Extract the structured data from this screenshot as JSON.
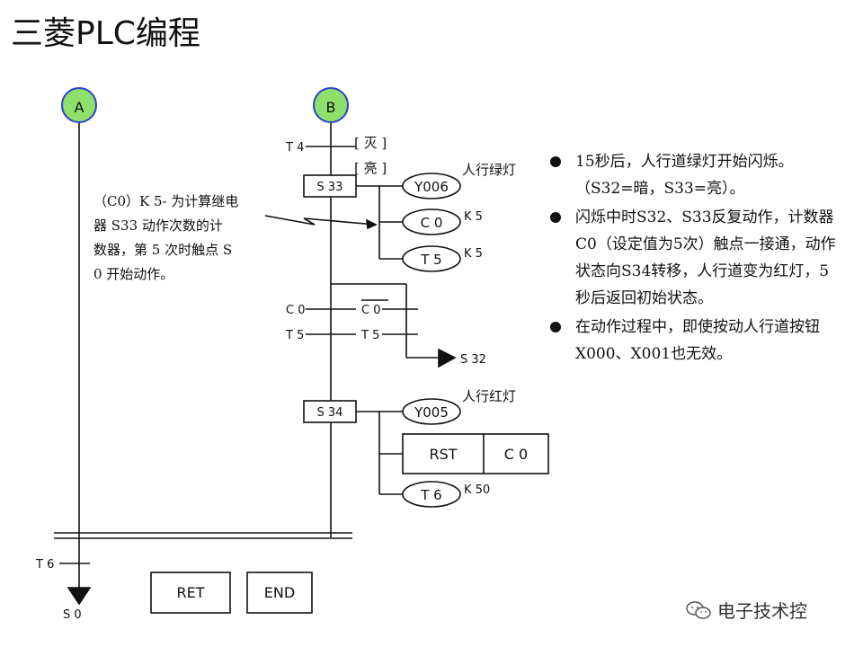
{
  "title": "三菱PLC编程",
  "bus_labels": {
    "a": "A",
    "b": "B"
  },
  "contacts": {
    "t4": "T  4",
    "t5_left": "T  5",
    "t5_right": "T  5",
    "c0_left": "C  0",
    "c0_right": "C  0",
    "t6": "T  6"
  },
  "states": {
    "off_label": "[ 灭 ]",
    "on_label": "[ 亮 ]",
    "s33": "S 33",
    "s34": "S 34",
    "s32": "S  32",
    "s0": "S  0"
  },
  "coils": {
    "y006": "Y006",
    "y006_desc": "人行绿灯",
    "c0": "C   0",
    "c0_k": "K  5",
    "t5": "T   5",
    "t5_k": "K  5",
    "y005": "Y005",
    "y005_desc": "人行红灯",
    "rst": "RST",
    "rst_target": "C   0",
    "t6": "T   6",
    "t6_k": "K 50"
  },
  "instructions": {
    "ret": "RET",
    "end": "END"
  },
  "annotation": [
    "（C0）K 5- 为计算继电",
    "器 S33 动作次数的计",
    "数器，第 5 次时触点 S",
    "0 开始动作。"
  ],
  "notes": [
    "15秒后，人行道绿灯开始闪烁。（S32=暗，S33=亮）。",
    "闪烁中时S32、S33反复动作，计数器C0（设定值为5次）触点一接通，动作状态向S34转移，人行道变为红灯，5秒后返回初始状态。",
    "在动作过程中，即使按动人行道按钮X000、X001也无效。"
  ],
  "watermark": "电子技术控",
  "colors": {
    "bus_circle_fill": "#8fe06a",
    "bus_circle_stroke": "#2b3fd6",
    "ink": "#111111"
  }
}
